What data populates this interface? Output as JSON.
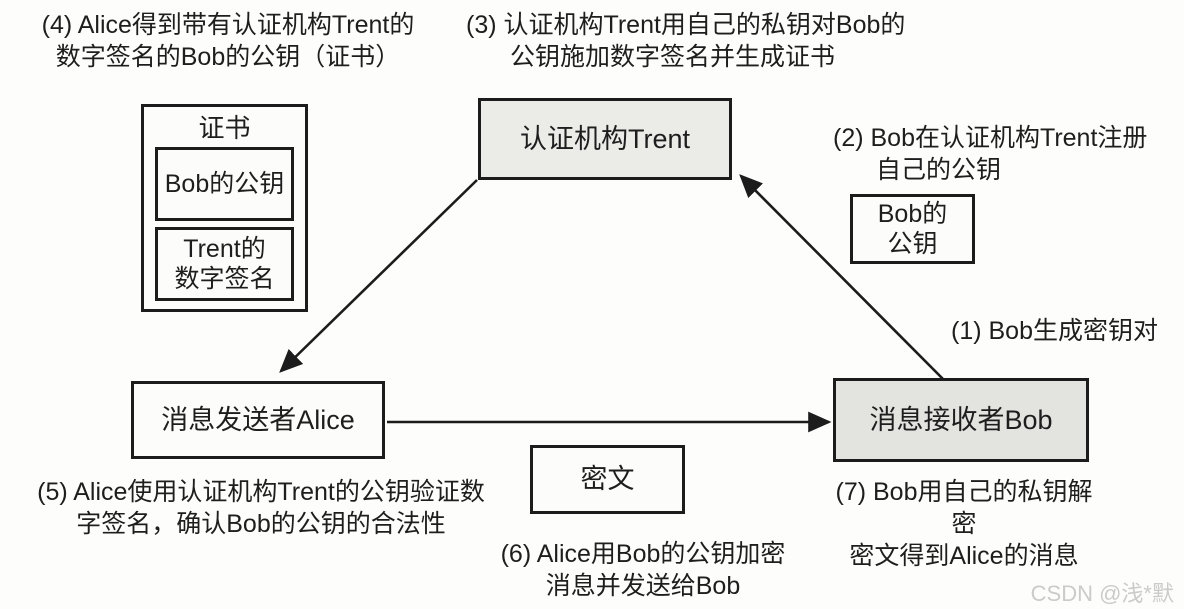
{
  "diagram": {
    "nodes": {
      "trent": {
        "label": "认证机构Trent"
      },
      "certificate": {
        "title": "证书",
        "public_key": "Bob的公钥",
        "signature": "Trent的\n数字签名"
      },
      "bob_public_key": {
        "label": "Bob的\n公钥"
      },
      "alice": {
        "label": "消息发送者Alice"
      },
      "bob": {
        "label": "消息接收者Bob"
      },
      "ciphertext": {
        "label": "密文"
      }
    },
    "annotations": {
      "step1": {
        "lines": [
          "(1) Bob生成密钥对"
        ]
      },
      "step2": {
        "lines": [
          "(2) Bob在认证机构Trent注册",
          "自己的公钥"
        ]
      },
      "step3": {
        "lines": [
          "(3) 认证机构Trent用自己的私钥对Bob的",
          "公钥施加数字签名并生成证书"
        ]
      },
      "step4": {
        "lines": [
          "(4) Alice得到带有认证机构Trent的",
          "数字签名的Bob的公钥（证书）"
        ]
      },
      "step5": {
        "lines": [
          "(5) Alice使用认证机构Trent的公钥验证数",
          "字签名，确认Bob的公钥的合法性"
        ]
      },
      "step6": {
        "lines": [
          "(6) Alice用Bob的公钥加密",
          "消息并发送给Bob"
        ]
      },
      "step7": {
        "lines": [
          "(7) Bob用自己的私钥解密",
          "密文得到Alice的消息"
        ]
      }
    },
    "watermark": "CSDN @浅*默",
    "colors": {
      "border": "#1c1c1c",
      "text": "#1e1e1e",
      "page_bg": "#fdfdfb",
      "trent_fill": "#ebebe8",
      "bob_fill": "#e3e3e0",
      "white_fill": "#fcfcfa",
      "watermark_color": "#cbcbcb"
    }
  }
}
